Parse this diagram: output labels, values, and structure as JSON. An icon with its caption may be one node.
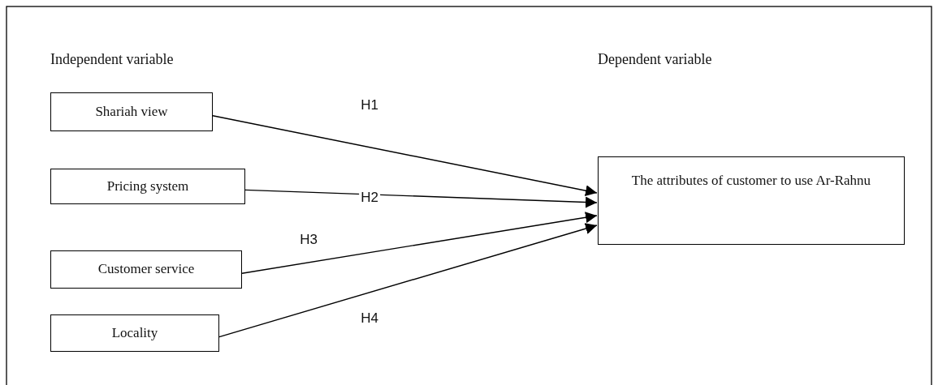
{
  "diagram": {
    "nodes": [
      {
        "text": [
          "Shariah view"
        ]
      },
      {
        "text": [
          "Pricing system"
        ]
      },
      {
        "text": [
          "Customer service"
        ]
      },
      {
        "text": [
          "Locality"
        ]
      },
      {
        "text": [
          "The attributes of customer to use Ar-Rahnu"
        ]
      }
    ],
    "edges": [
      {
        "from": 0,
        "to": 4,
        "arrow": "to",
        "label": "H1"
      },
      {
        "from": 1,
        "to": 4,
        "arrow": "to",
        "label": "H2"
      },
      {
        "from": 2,
        "to": 4,
        "arrow": "to",
        "label": "H3"
      },
      {
        "from": 3,
        "to": 4,
        "arrow": "to",
        "label": "H4"
      }
    ],
    "labels": [
      "Independent variable",
      "Dependent variable"
    ]
  }
}
